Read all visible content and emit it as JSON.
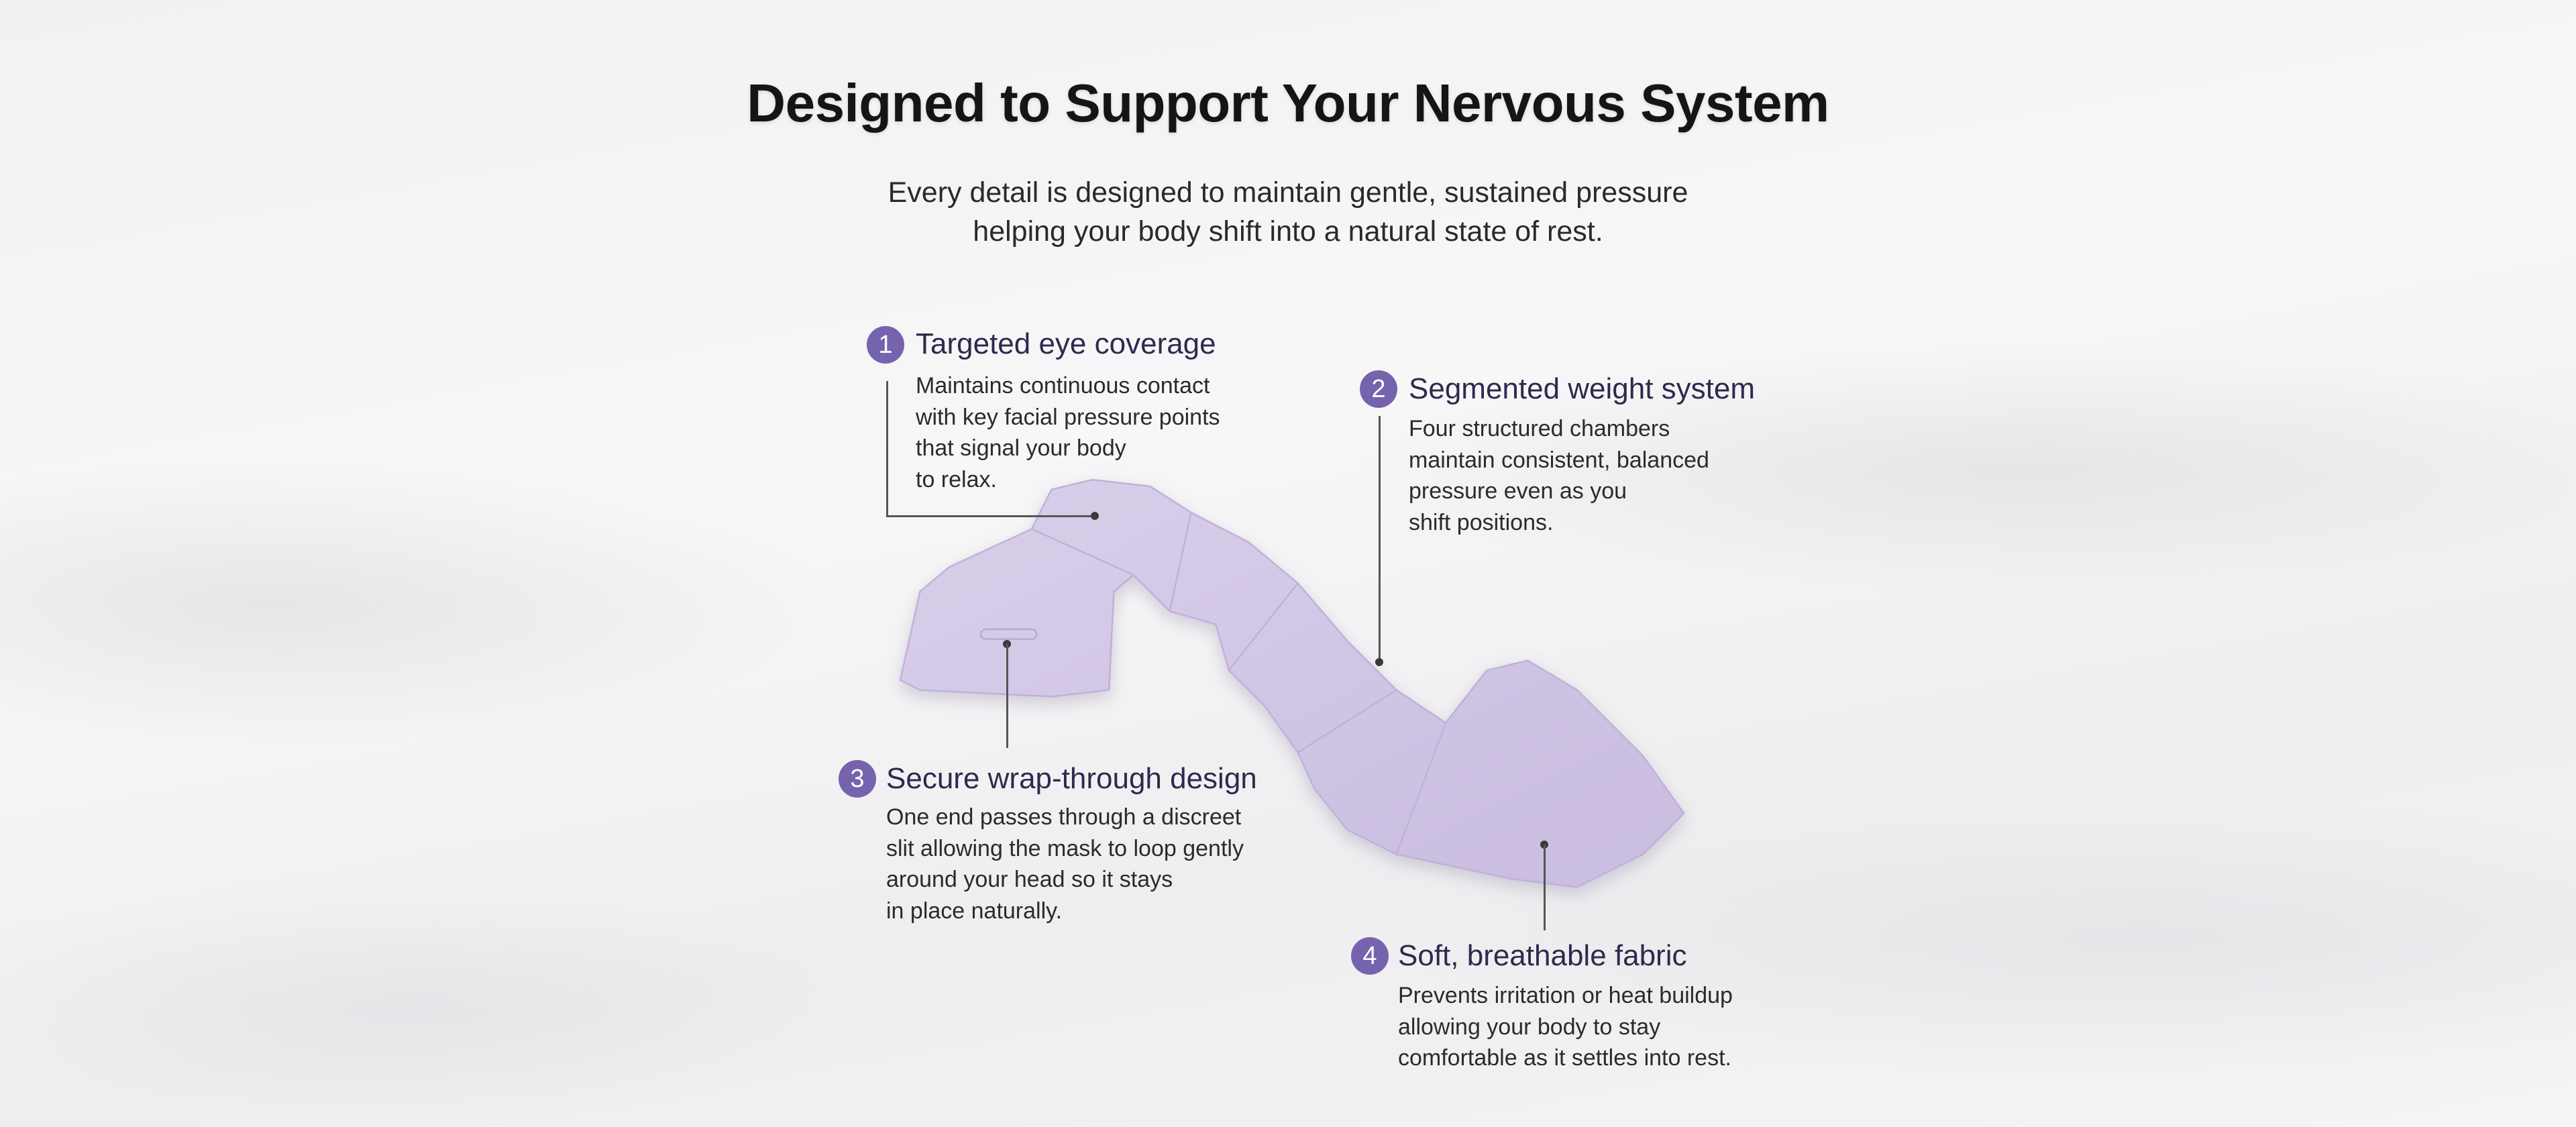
{
  "header": {
    "title": "Designed to Support Your Nervous System",
    "subtitle_line1": "Every detail is designed to maintain gentle, sustained pressure",
    "subtitle_line2": "helping your body shift into a natural state of rest."
  },
  "colors": {
    "accent": "#7663ad",
    "heading": "#2e2a4e",
    "mask": "#d3c7e6"
  },
  "features": [
    {
      "number": "1",
      "title": "Targeted eye coverage",
      "body": "Maintains continuous contact\nwith key facial pressure points\nthat signal your body\nto relax."
    },
    {
      "number": "2",
      "title": "Segmented weight system",
      "body": "Four structured chambers\nmaintain consistent, balanced\npressure even as you\nshift positions."
    },
    {
      "number": "3",
      "title": "Secure wrap-through design",
      "body": "One end passes through a discreet\nslit allowing the mask to loop gently\naround your head so it stays\nin place naturally."
    },
    {
      "number": "4",
      "title": "Soft, breathable fabric",
      "body": "Prevents irritation or heat buildup\nallowing your body to stay\ncomfortable as it settles into rest."
    }
  ]
}
